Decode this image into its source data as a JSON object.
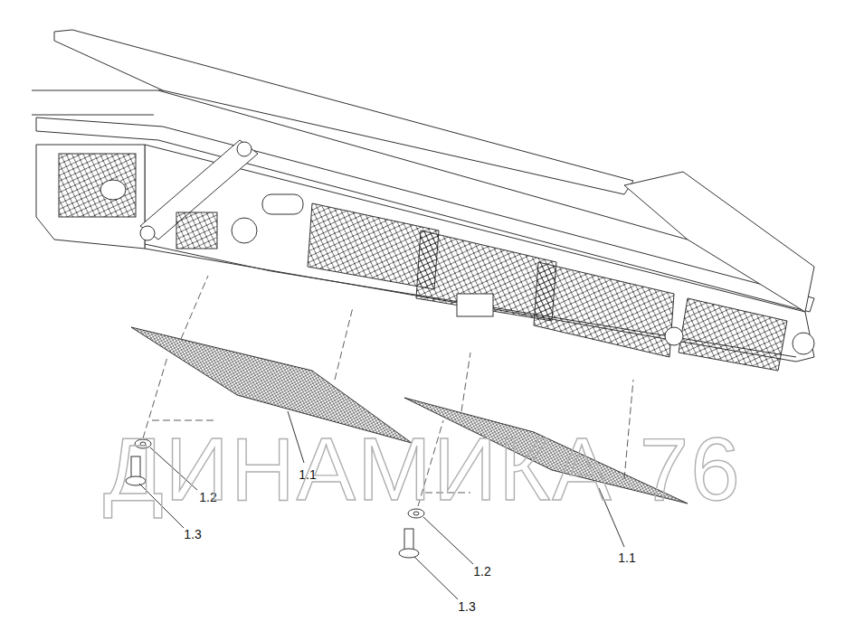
{
  "diagram": {
    "labels": [
      "1.1",
      "1.2",
      "1.3",
      "1.2",
      "1.3",
      "1.1",
      "ДИНАМИКА 76"
    ]
  }
}
